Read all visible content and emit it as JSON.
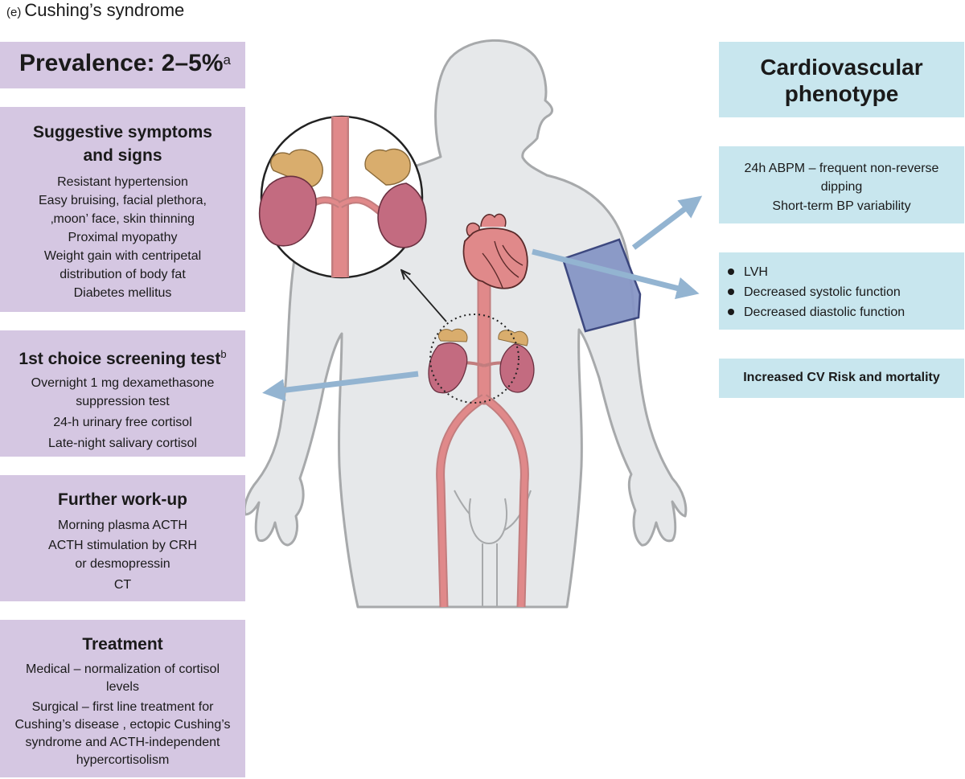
{
  "caption": {
    "label": "(e)",
    "title": "Cushing’s syndrome"
  },
  "left": {
    "prevalence": {
      "text": "Prevalence: 2–5%",
      "sup": "a"
    },
    "symptoms": {
      "title": "Suggestive symptoms and signs",
      "lines": [
        "Resistant hypertension",
        "Easy bruising, facial plethora,",
        "‚moon’ face, skin thinning",
        "Proximal myopathy",
        "Weight gain with centripetal",
        "distribution of body fat",
        "Diabetes mellitus"
      ]
    },
    "screening": {
      "title": "1st choice screening test",
      "sup": "b",
      "lines": [
        "Overnight 1 mg dexamethasone",
        "suppression test",
        "24-h urinary free cortisol",
        "Late-night salivary cortisol"
      ]
    },
    "workup": {
      "title": "Further work-up",
      "lines": [
        "Morning plasma ACTH",
        "ACTH stimulation by CRH",
        "or desmopressin",
        "CT"
      ]
    },
    "treatment": {
      "title": "Treatment",
      "lines": [
        "Medical – normalization of cortisol",
        "levels",
        "Surgical – first line treatment for",
        "Cushing’s disease , ectopic Cushing’s",
        "syndrome and ACTH-independent",
        "hypercortisolism"
      ]
    }
  },
  "right": {
    "phenotype": {
      "title": "Cardiovascular phenotype"
    },
    "abpm": {
      "lines": [
        "24h ABPM – frequent non-reverse",
        "dipping",
        "Short-term BP variability"
      ]
    },
    "cardiac": {
      "items": [
        "LVH",
        "Decreased systolic function",
        "Decreased diastolic function"
      ]
    },
    "risk": {
      "text": "Increased CV Risk and mortality"
    }
  },
  "colors": {
    "purple_box": "#d5c7e2",
    "blue_box": "#c8e6ee",
    "body_fill": "#e6e8ea",
    "body_outline": "#a7a9ab",
    "vessel": "#e0898a",
    "kidney": "#c36b80",
    "adrenal": "#d9ad6d",
    "arrow": "#93b4d1",
    "cuff": "#8796c6"
  }
}
